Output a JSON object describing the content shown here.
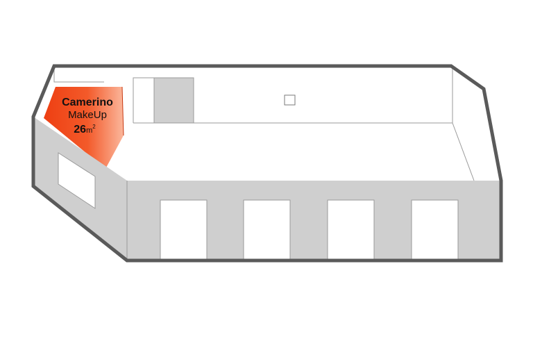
{
  "colors": {
    "wall_fill": "#cfcfcf",
    "wall_outline": "#5a5a5a",
    "floor": "#ffffff",
    "room_highlight_light": "#fbb79c",
    "room_highlight_dark": "#ee3f12",
    "label_text": "#111111"
  },
  "room": {
    "name": "Camerino",
    "subtitle": "MakeUp",
    "area_value": "26",
    "area_unit": "m",
    "area_exponent": "2"
  }
}
